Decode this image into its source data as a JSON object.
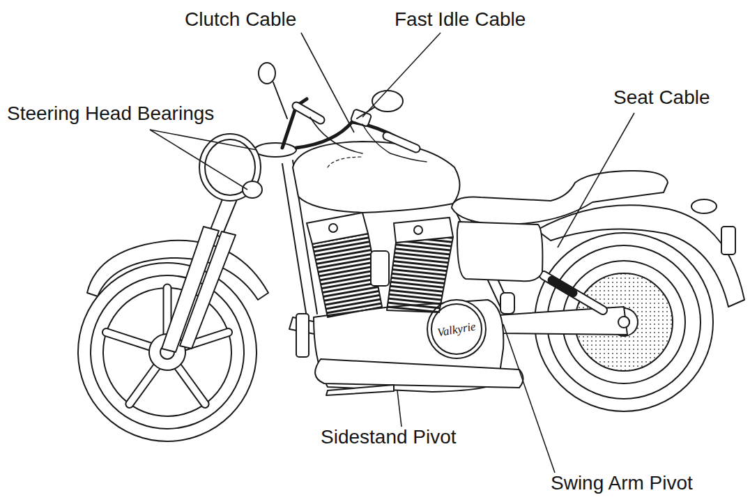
{
  "diagram": {
    "labels": [
      "Clutch Cable",
      "Fast Idle Cable",
      "Steering Head Bearings",
      "Seat Cable",
      "Valkyrie",
      "Sidestand Pivot",
      "Swing Arm Pivot"
    ]
  }
}
